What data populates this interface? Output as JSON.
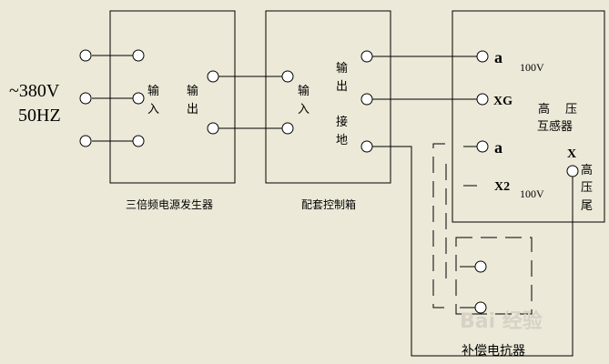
{
  "source": {
    "voltage": "~380V",
    "frequency": "50HZ"
  },
  "generator": {
    "title": "三倍频电源发生器",
    "input_label": [
      "输",
      "入"
    ],
    "output_label": [
      "输",
      "出"
    ]
  },
  "control_box": {
    "title": "配套控制箱",
    "input_label": [
      "输",
      "入"
    ],
    "output_label": [
      "输",
      "出"
    ],
    "ground_label": [
      "接",
      "地"
    ]
  },
  "transformer": {
    "title": [
      "高",
      "压",
      "互感器"
    ],
    "terminals": {
      "a1": "a",
      "xg": "XG",
      "a2": "a",
      "x2": "X2",
      "x": "X"
    },
    "voltage_top": "100V",
    "voltage_bottom": "100V",
    "hv_tail_label": [
      "高",
      "压",
      "尾"
    ]
  },
  "reactor": {
    "title": "补偿电抗器"
  },
  "watermark": {
    "text": "Bai 经验"
  },
  "colors": {
    "background": "#ece9d8",
    "line": "#000000",
    "watermark": "#d6d3c6"
  }
}
